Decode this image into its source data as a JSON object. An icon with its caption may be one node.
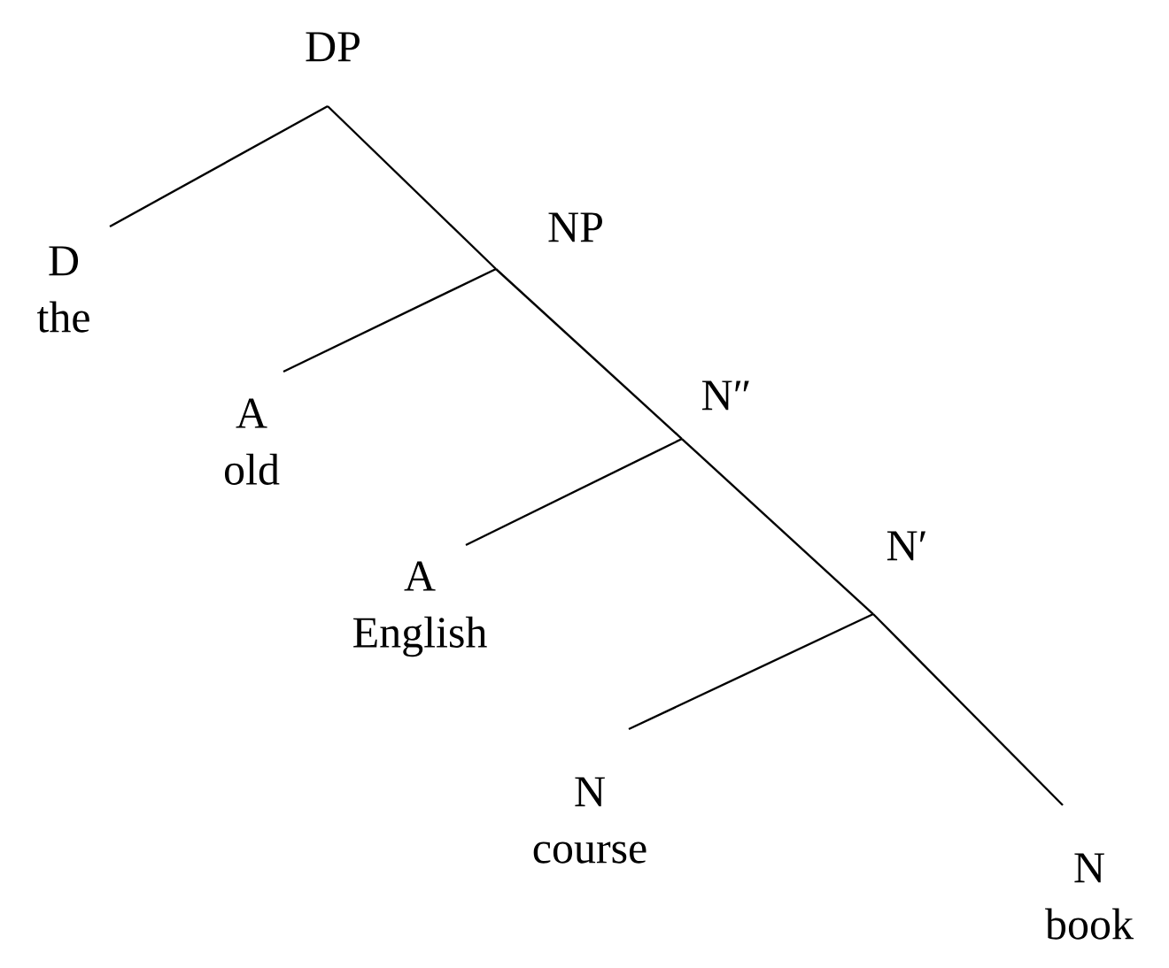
{
  "diagram": {
    "nodes": [
      {
        "text": [
          "DP"
        ]
      },
      {
        "text": [
          "D",
          "the"
        ]
      },
      {
        "text": [
          "NP"
        ]
      },
      {
        "text": [
          "A",
          "old"
        ]
      },
      {
        "text": [
          "N″"
        ]
      },
      {
        "text": [
          "A",
          "English"
        ]
      },
      {
        "text": [
          "N′"
        ]
      },
      {
        "text": [
          "N",
          "course"
        ]
      },
      {
        "text": [
          "N",
          "book"
        ]
      }
    ],
    "edges": [
      {
        "from": 0,
        "to": 1,
        "arrow": "none"
      },
      {
        "from": 0,
        "to": 2,
        "arrow": "none"
      },
      {
        "from": 2,
        "to": 3,
        "arrow": "none"
      },
      {
        "from": 2,
        "to": 4,
        "arrow": "none"
      },
      {
        "from": 4,
        "to": 5,
        "arrow": "none"
      },
      {
        "from": 4,
        "to": 6,
        "arrow": "none"
      },
      {
        "from": 6,
        "to": 7,
        "arrow": "none"
      },
      {
        "from": 6,
        "to": 8,
        "arrow": "none"
      }
    ]
  }
}
